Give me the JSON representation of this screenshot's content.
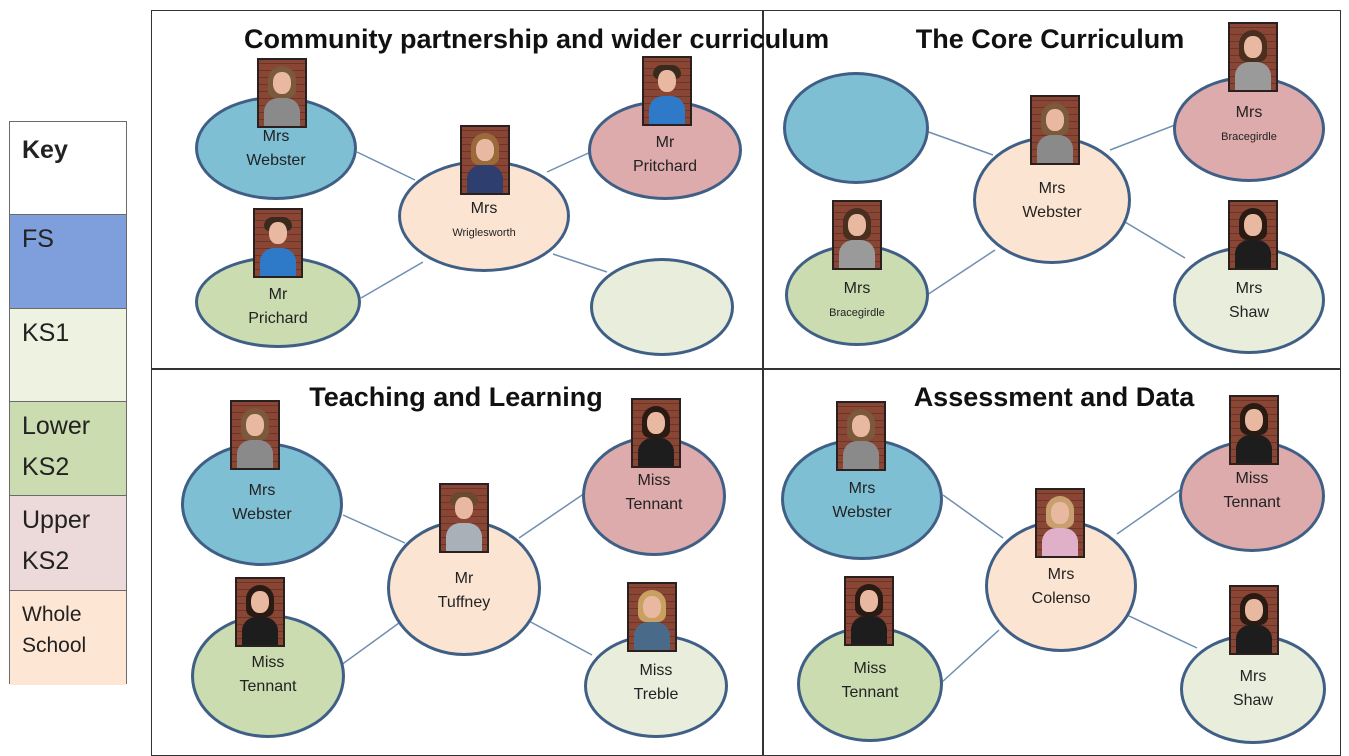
{
  "key": {
    "title": "Key",
    "items": [
      {
        "label": "FS",
        "color": "#7f9fdc"
      },
      {
        "label": "KS1",
        "color": "#eef2e0"
      },
      {
        "label": "Lower KS2",
        "color": "#cbdcb0"
      },
      {
        "label": "Upper KS2",
        "color": "#ecd9d9"
      },
      {
        "label": "Whole School",
        "color": "#fde6d4"
      }
    ]
  },
  "quadrants": [
    {
      "title": "Community partnership and wider curriculum",
      "nodes": [
        {
          "role": "top-left",
          "text": "Mrs Webster",
          "phase": "FS"
        },
        {
          "role": "bottom-left",
          "text": "Mr Prichard",
          "phase": "Lower KS2"
        },
        {
          "role": "center",
          "text": "Mrs Wriglesworth",
          "phase": "Whole School"
        },
        {
          "role": "top-right",
          "text": "Mr Pritchard",
          "phase": "Upper KS2"
        },
        {
          "role": "bottom-right",
          "text": "",
          "phase": "KS1"
        }
      ]
    },
    {
      "title": "The Core Curriculum",
      "nodes": [
        {
          "role": "top-left",
          "text": "",
          "phase": "FS"
        },
        {
          "role": "bottom-left",
          "text": "Mrs Bracegirdle",
          "phase": "Lower KS2"
        },
        {
          "role": "center",
          "text": "Mrs Webster",
          "phase": "Whole School"
        },
        {
          "role": "top-right",
          "text": "Mrs Bracegirdle",
          "phase": "Upper KS2"
        },
        {
          "role": "bottom-right",
          "text": "Mrs Shaw",
          "phase": "KS1"
        }
      ]
    },
    {
      "title": "Teaching and Learning",
      "nodes": [
        {
          "role": "top-left",
          "text": "Mrs Webster",
          "phase": "FS"
        },
        {
          "role": "bottom-left",
          "text": "Miss Tennant",
          "phase": "Lower KS2"
        },
        {
          "role": "center",
          "text": "Mr Tuffney",
          "phase": "Whole School"
        },
        {
          "role": "top-right",
          "text": "Miss Tennant",
          "phase": "Upper KS2"
        },
        {
          "role": "bottom-right",
          "text": "Miss Treble",
          "phase": "KS1"
        }
      ]
    },
    {
      "title": "Assessment and Data",
      "nodes": [
        {
          "role": "top-left",
          "text": "Mrs Webster",
          "phase": "FS"
        },
        {
          "role": "bottom-left",
          "text": "Miss Tennant",
          "phase": "Lower KS2"
        },
        {
          "role": "center",
          "text": "Mrs Colenso",
          "phase": "Whole School"
        },
        {
          "role": "top-right",
          "text": "Miss Tennant",
          "phase": "Upper KS2"
        },
        {
          "role": "bottom-right",
          "text": "Mrs Shaw",
          "phase": "KS1"
        }
      ]
    }
  ],
  "colors": {
    "fs_node": "#7fbfd4",
    "ks1_node": "#e9eedc",
    "lower_ks2_node": "#cbdcb0",
    "upper_ks2_node": "#ddabab",
    "whole_school_node": "#fce4d2",
    "node_border": "#3f5f86",
    "connector": "#6f8fb0"
  }
}
